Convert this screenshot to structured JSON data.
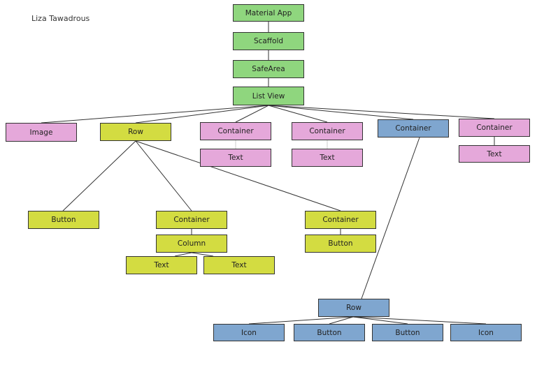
{
  "author": "Liza Tawadrous",
  "colors": {
    "green": "#8fd67e",
    "pink": "#e5a8da",
    "yellow": "#d3dc41",
    "blue": "#7fa6cf",
    "line": "#333333"
  },
  "nodes": {
    "material_app": "Material App",
    "scaffold": "Scaffold",
    "safe_area": "SafeArea",
    "list_view": "List View",
    "image": "Image",
    "row": "Row",
    "container_a": "Container",
    "text_a": "Text",
    "container_b": "Container",
    "text_b": "Text",
    "container_c": "Container",
    "container_d": "Container",
    "text_d": "Text",
    "button_1": "Button",
    "container_e": "Container",
    "column": "Column",
    "text_e1": "Text",
    "text_e2": "Text",
    "container_f": "Container",
    "button_f": "Button",
    "row_2": "Row",
    "icon_1": "Icon",
    "button_2": "Button",
    "button_3": "Button",
    "icon_2": "Icon"
  }
}
